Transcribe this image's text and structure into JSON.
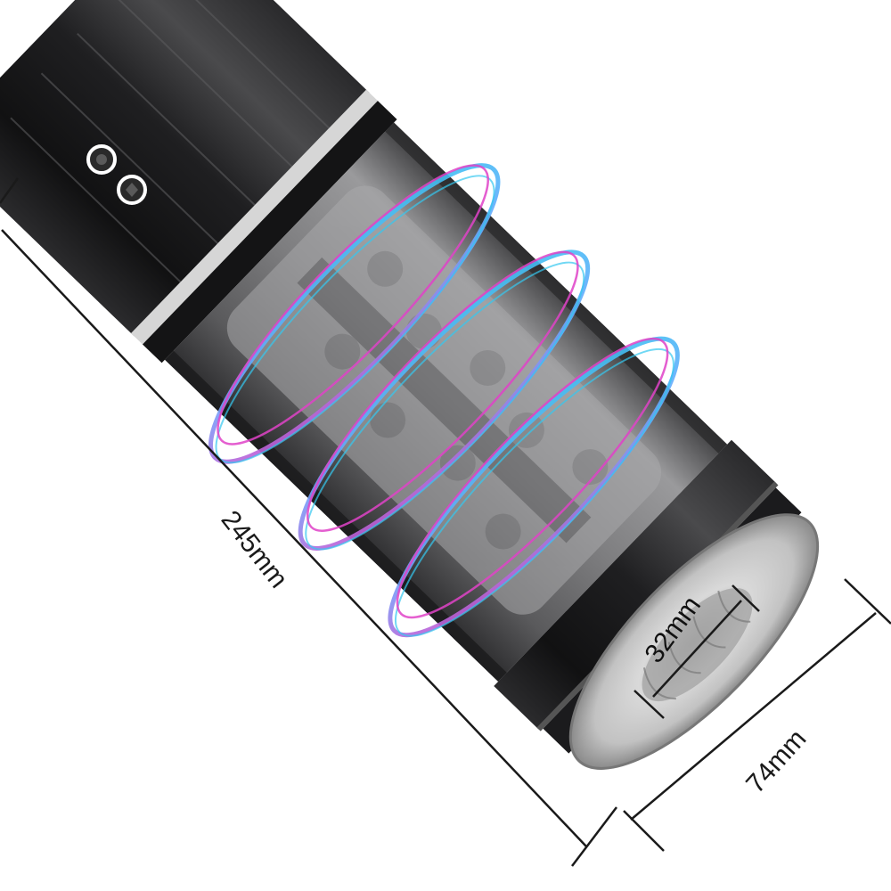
{
  "product": {
    "description": "Black cylindrical device with transparent middle section and clear sleeve end",
    "buttons": [
      {
        "name": "power-button",
        "glyph": "circle"
      },
      {
        "name": "mode-button",
        "glyph": "diamond"
      }
    ]
  },
  "dimensions": {
    "length": "245mm",
    "outer_diameter": "74mm",
    "inner_opening": "32mm"
  },
  "colors": {
    "background": "#ffffff",
    "body": "#1c1c1e",
    "body_highlight": "#4a4a4c",
    "transparent_section": "#8d8d90",
    "sleeve": "#d8d8d8",
    "swirl_cyan": "#35c8f0",
    "swirl_magenta": "#e043c8",
    "dimension_line": "#1a1a1a"
  }
}
